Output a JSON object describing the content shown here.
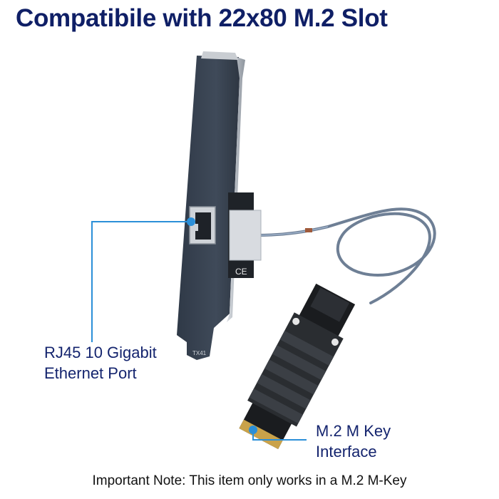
{
  "header": {
    "title": "Compatibile with 22x80 M.2 Slot"
  },
  "callouts": {
    "rj45": {
      "line1": "RJ45 10 Gigabit",
      "line2": "Ethernet Port"
    },
    "m2": {
      "line1": "M.2 M Key",
      "line2": "Interface"
    }
  },
  "product": {
    "bracket_marking": "TX41",
    "certification_mark": "CE"
  },
  "footer": {
    "note": "Important Note: This item only works in a M.2 M-Key"
  },
  "colors": {
    "title": "#0f1f66",
    "callout_text": "#14246e",
    "callout_line": "#2b8fd8",
    "bracket": "#3a4452",
    "heatsink": "#2a2d31",
    "cable": "#6e7f95"
  }
}
